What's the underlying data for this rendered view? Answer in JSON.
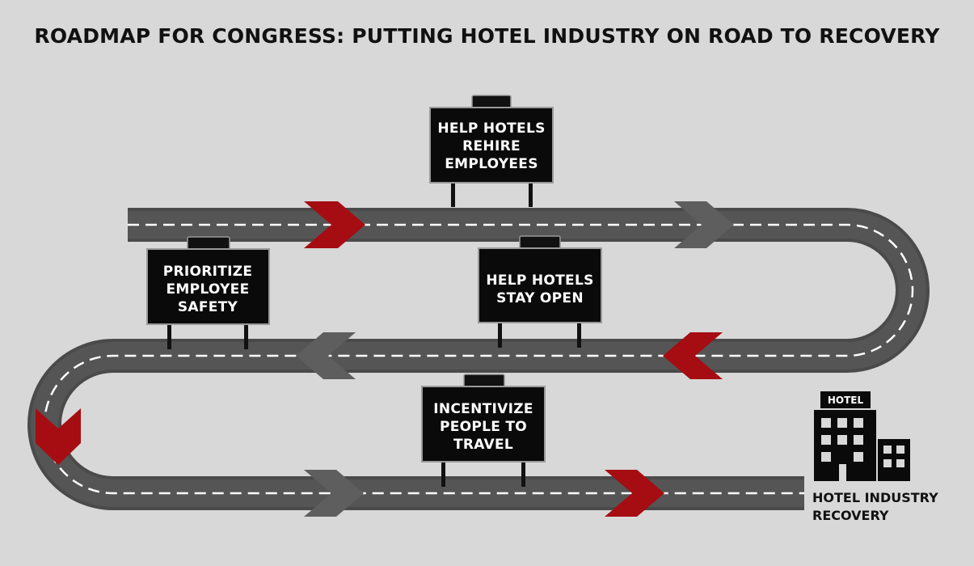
{
  "title": "ROADMAP FOR CONGRESS: PUTTING HOTEL INDUSTRY ON ROAD TO RECOVERY",
  "signs": {
    "rehire": [
      "HELP HOTELS",
      "REHIRE",
      "EMPLOYEES"
    ],
    "safety": [
      "PRIORITIZE",
      "EMPLOYEE",
      "SAFETY"
    ],
    "stay_open": [
      "HELP HOTELS",
      "STAY OPEN"
    ],
    "travel": [
      "INCENTIVIZE",
      "PEOPLE TO",
      "TRAVEL"
    ]
  },
  "destination": {
    "building_sign": "HOTEL",
    "label_lines": [
      "HOTEL INDUSTRY",
      "RECOVERY"
    ]
  },
  "colors": {
    "background": "#d8d8d8",
    "road": "#4a4a4a",
    "road_dash": "#ffffff",
    "arrow_red": "#a50d12",
    "arrow_gray": "#5e5e5e",
    "sign": "#0a0a0a"
  }
}
